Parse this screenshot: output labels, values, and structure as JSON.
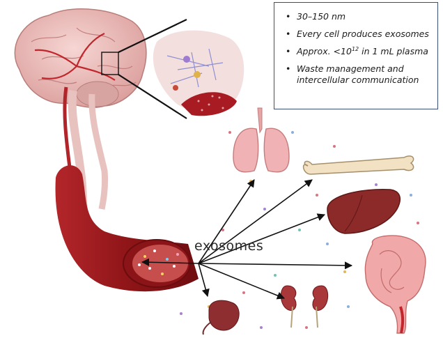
{
  "info_box": {
    "items": [
      {
        "text": "30–150 nm"
      },
      {
        "text": "Every cell produces exosomes"
      },
      {
        "prefix": "Approx. <10",
        "superscript": "12",
        "suffix": " in 1 mL plasma"
      },
      {
        "text": "Waste management and intercellular communication"
      }
    ]
  },
  "label": {
    "exosomes": "exosomes"
  },
  "colors": {
    "vessel": "#a41f22",
    "brain": "#e9b7b5",
    "border": "#3a4f76"
  },
  "icons": [
    "brain",
    "neurons-inset",
    "blood-vessel",
    "lungs",
    "bone",
    "liver",
    "intestine",
    "kidneys",
    "spleen"
  ]
}
